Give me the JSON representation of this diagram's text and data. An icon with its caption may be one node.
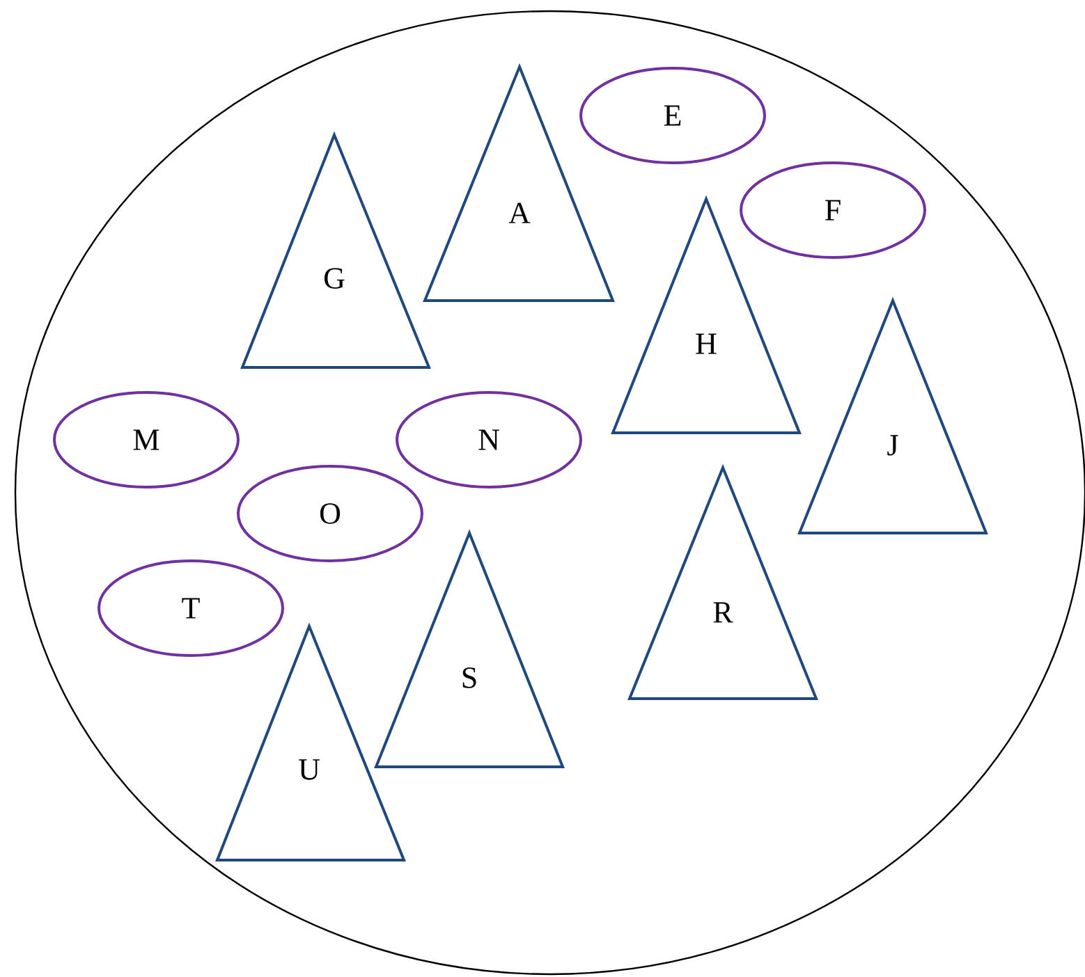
{
  "diagram": {
    "nodes": [
      {
        "text": [],
        "shape": "circle"
      },
      {
        "text": [
          "A"
        ],
        "in": 0
      },
      {
        "text": [
          "E"
        ],
        "in": 0
      },
      {
        "text": [
          "G"
        ],
        "in": 0
      },
      {
        "text": [
          "F"
        ],
        "in": 0
      },
      {
        "text": [
          "H"
        ],
        "in": 0
      },
      {
        "text": [
          "J"
        ],
        "in": 0
      },
      {
        "text": [
          "M"
        ],
        "in": 0
      },
      {
        "text": [
          "N"
        ],
        "in": 0
      },
      {
        "text": [
          "O"
        ],
        "in": 0
      },
      {
        "text": [
          "R"
        ],
        "in": 0
      },
      {
        "text": [
          "S"
        ],
        "in": 0
      },
      {
        "text": [
          "T"
        ],
        "in": 0
      },
      {
        "text": [
          "U"
        ],
        "in": 0
      }
    ]
  }
}
